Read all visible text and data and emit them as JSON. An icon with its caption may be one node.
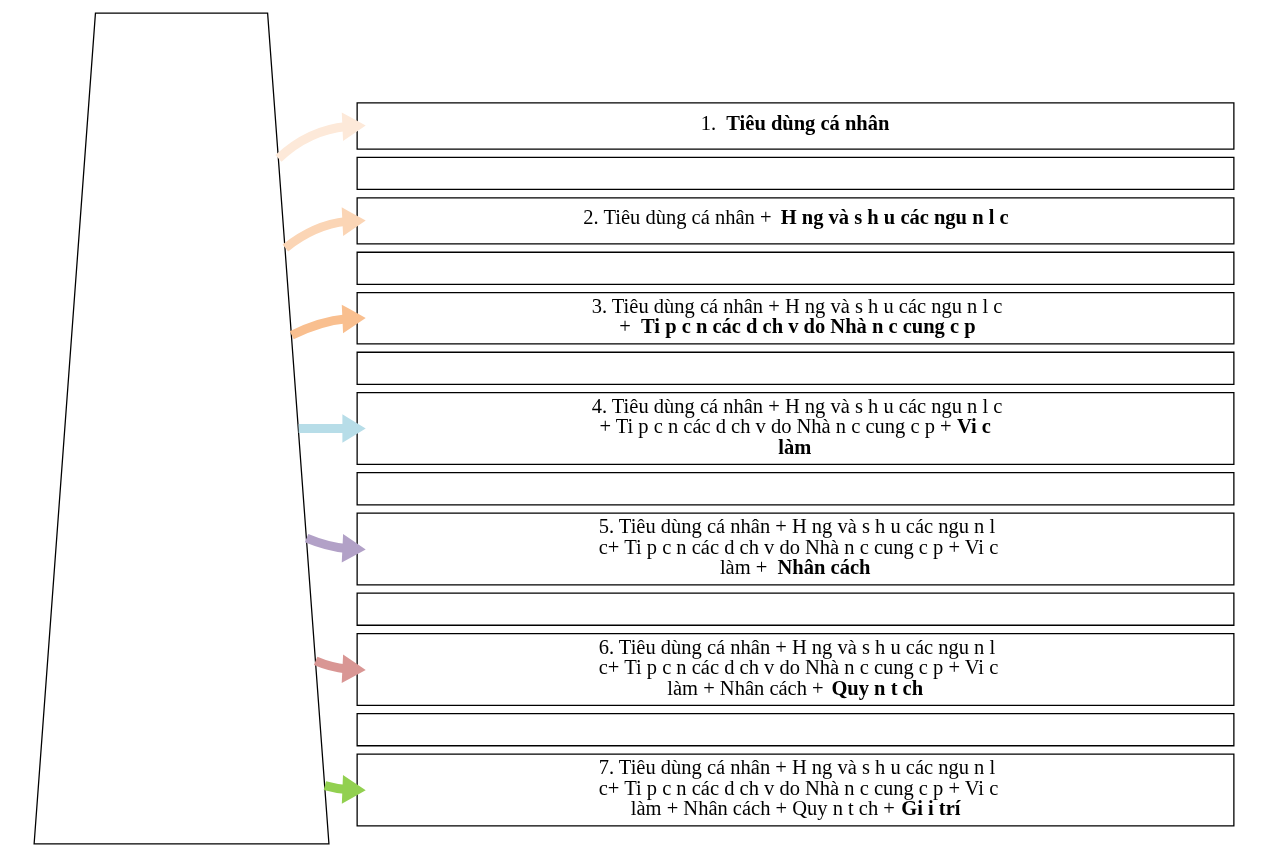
{
  "diagram": {
    "nodes": [
      {
        "text": [],
        "shape": "trapezium"
      },
      {
        "text": [
          "1. **Tiêu dùng cá nhân**"
        ]
      },
      {
        "text": [],
        "shape": "box"
      },
      {
        "text": [
          "2. Tiêu dùng cá nhân + **H ng và s h u các ngu n l c**"
        ]
      },
      {
        "text": [],
        "shape": "box"
      },
      {
        "text": [
          "3. Tiêu dùng cá nhân + H ng và s h u các ngu n l c + **Ti p c n các d ch v do Nhà n c cung c p**"
        ]
      },
      {
        "text": [],
        "shape": "box"
      },
      {
        "text": [
          "4. Tiêu dùng cá nhân + H ng và s h u các ngu n l c + Ti p c n các d ch v do Nhà n c cung c p + **Vi c làm**"
        ]
      },
      {
        "text": [],
        "shape": "box"
      },
      {
        "text": [
          "5. Tiêu dùng cá nhân + H ng và s h u các ngu n l c+ Ti p c n các d ch v do Nhà n c cung c p + Vi c làm + **Nhân cách**"
        ]
      },
      {
        "text": [],
        "shape": "box"
      },
      {
        "text": [
          "6. Tiêu dùng cá nhân + H ng và s h u các ngu n l c+ Ti p c n các d ch v do Nhà n c cung c p + Vi c làm + Nhân cách + **Quy n t ch**"
        ]
      },
      {
        "text": [],
        "shape": "box"
      },
      {
        "text": [
          "7. Tiêu dùng cá nhân + H ng và s h u các ngu n l c+ Ti p c n các d ch v do Nhà n c cung c p + Vi c làm + Nhân cách + Quy n t ch + **Gi i trí**"
        ]
      }
    ],
    "edges": [
      {
        "from": 0,
        "to": 1,
        "arrow": "to",
        "color": "#fde9d9"
      },
      {
        "from": 0,
        "to": 3,
        "arrow": "to",
        "color": "#fbd5b5"
      },
      {
        "from": 0,
        "to": 5,
        "arrow": "to",
        "color": "#f9bf8f"
      },
      {
        "from": 0,
        "to": 7,
        "arrow": "to",
        "color": "#b7dde8"
      },
      {
        "from": 0,
        "to": 9,
        "arrow": "to",
        "color": "#b2a1c7"
      },
      {
        "from": 0,
        "to": 11,
        "arrow": "to",
        "color": "#d99694"
      },
      {
        "from": 0,
        "to": 13,
        "arrow": "to",
        "color": "#92d050"
      }
    ]
  }
}
